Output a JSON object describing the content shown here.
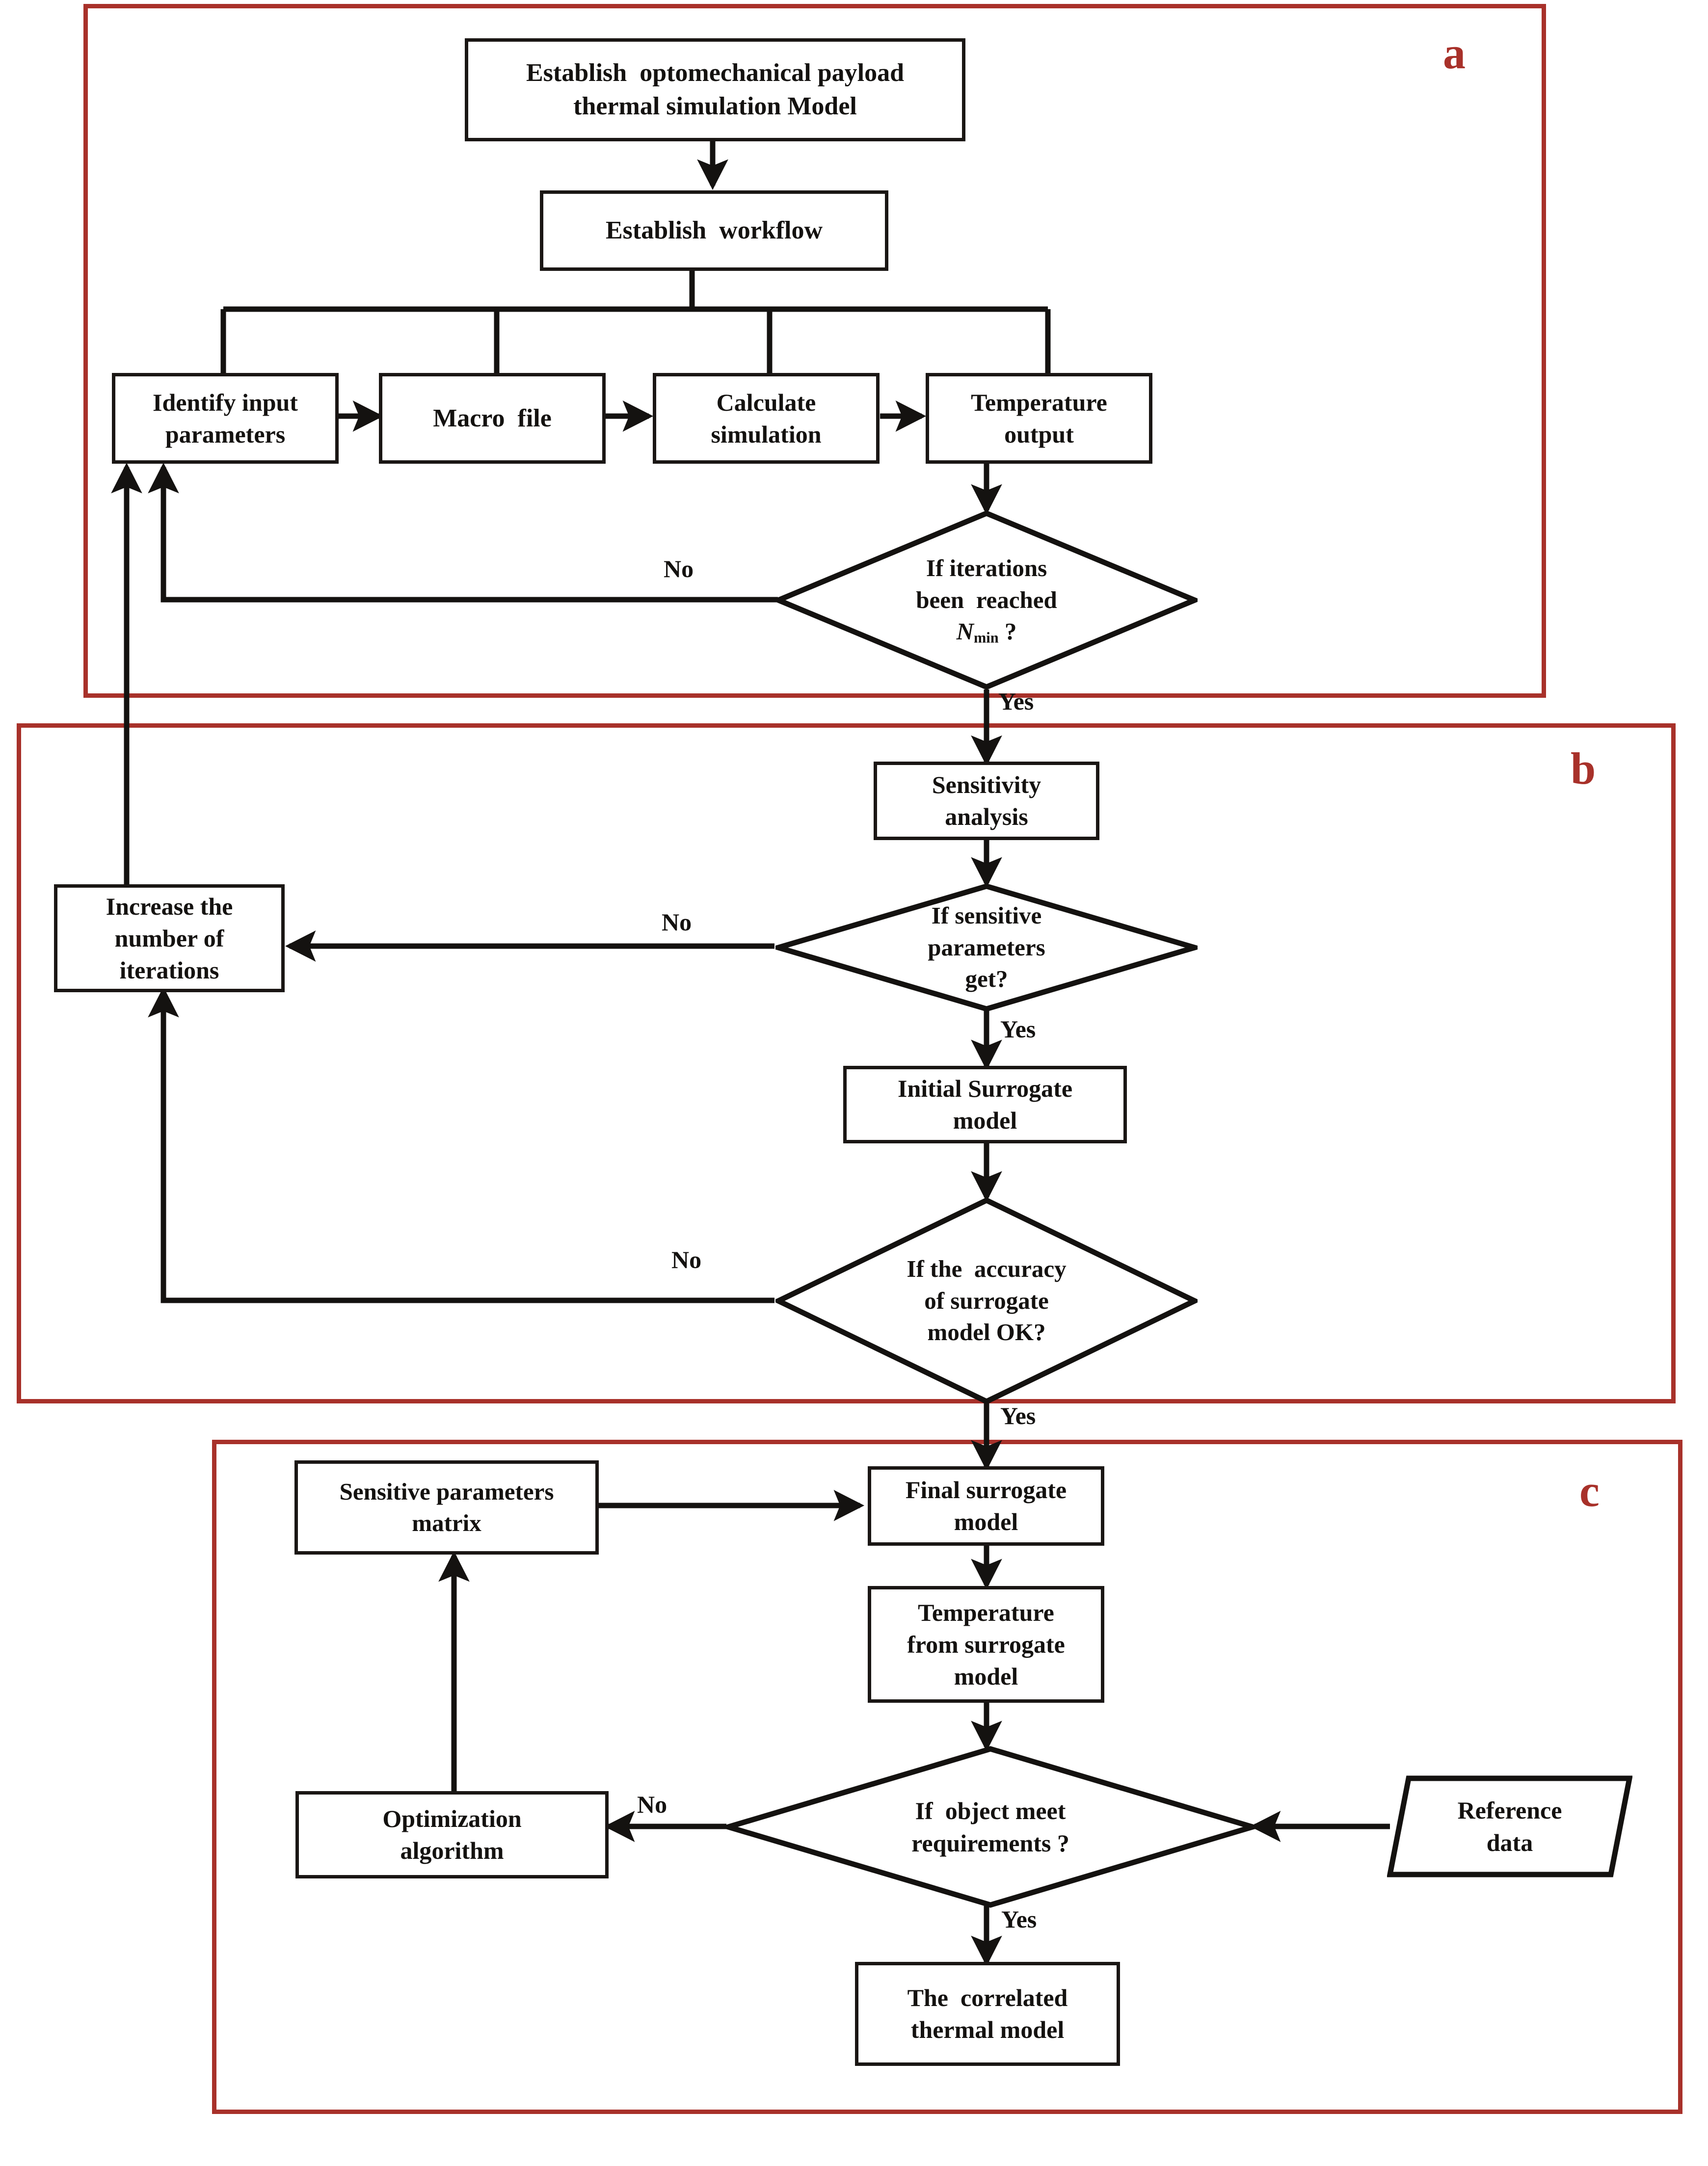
{
  "figure": {
    "type": "flowchart",
    "title": "Thermal model correlation workflow",
    "panels": [
      {
        "id": "a",
        "label": "a"
      },
      {
        "id": "b",
        "label": "b"
      },
      {
        "id": "c",
        "label": "c"
      }
    ],
    "accent_color": "#A8312A",
    "line_color": "#141210",
    "background": "#FFFFFF"
  },
  "nodes": {
    "establish_model": {
      "text": "Establish  optomechanical payload\nthermal simulation Model",
      "shape": "rect",
      "panel": "a"
    },
    "establish_workflow": {
      "text": "Establish  workflow",
      "shape": "rect",
      "panel": "a"
    },
    "identify_input": {
      "text": "Identify input\nparameters",
      "shape": "rect",
      "panel": "a"
    },
    "macro_file": {
      "text": "Macro  file",
      "shape": "rect",
      "panel": "a"
    },
    "calculate_simulation": {
      "text": "Calculate\nsimulation",
      "shape": "rect",
      "panel": "a"
    },
    "temperature_output": {
      "text": "Temperature\noutput",
      "shape": "rect",
      "panel": "a"
    },
    "if_iterations": {
      "text_line1": "If iterations",
      "text_line2": "been  reached",
      "text_line3_prefix": "N",
      "text_line3_sub": "min",
      "text_line3_suffix": " ?",
      "shape": "diamond",
      "panel": "a"
    },
    "sensitivity_analysis": {
      "text": "Sensitivity\nanalysis",
      "shape": "rect",
      "panel": "b"
    },
    "if_sensitive": {
      "text": "If sensitive\nparameters\nget?",
      "shape": "diamond",
      "panel": "b"
    },
    "increase_iterations": {
      "text": "Increase the\nnumber of\niterations",
      "shape": "rect",
      "panel": "b"
    },
    "initial_surrogate": {
      "text": "Initial Surrogate\nmodel",
      "shape": "rect",
      "panel": "b"
    },
    "if_accuracy": {
      "text": "If the  accuracy\nof surrogate\nmodel OK?",
      "shape": "diamond",
      "panel": "b"
    },
    "sensitive_matrix": {
      "text": "Sensitive parameters\nmatrix",
      "shape": "rect",
      "panel": "c"
    },
    "final_surrogate": {
      "text": "Final surrogate\nmodel",
      "shape": "rect",
      "panel": "c"
    },
    "temp_from_surrogate": {
      "text": "Temperature\nfrom surrogate\nmodel",
      "shape": "rect",
      "panel": "c"
    },
    "optimization_algorithm": {
      "text": "Optimization\nalgorithm",
      "shape": "rect",
      "panel": "c"
    },
    "if_object_meet": {
      "text": "If  object meet\nrequirements ?",
      "shape": "diamond",
      "panel": "c"
    },
    "reference_data": {
      "text": "Reference\ndata",
      "shape": "parallelogram",
      "panel": "c"
    },
    "correlated_model": {
      "text": "The  correlated\nthermal model",
      "shape": "rect",
      "panel": "c"
    }
  },
  "edge_labels": {
    "iterations_no": "No",
    "iterations_yes": "Yes",
    "sensitive_no": "No",
    "sensitive_yes": "Yes",
    "accuracy_no": "No",
    "accuracy_yes": "Yes",
    "object_no": "No",
    "object_yes": "Yes"
  }
}
